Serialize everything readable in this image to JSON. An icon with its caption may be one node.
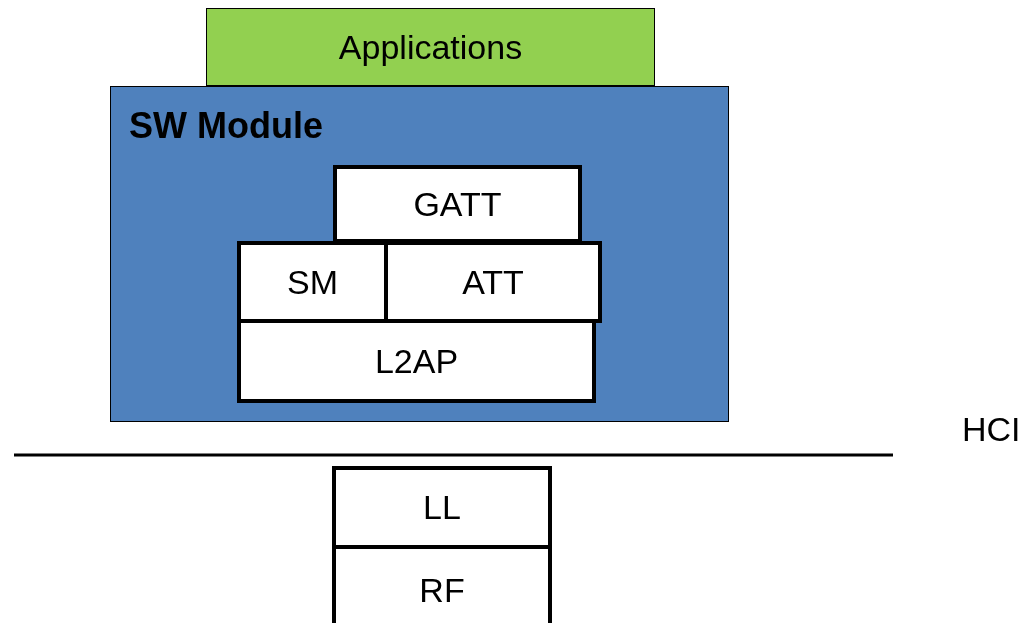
{
  "diagram": {
    "nodes": [
      {
        "text": [
          "Applications"
        ]
      },
      {
        "text": [
          "SW Module"
        ]
      },
      {
        "text": [
          "GATT"
        ],
        "in": 1
      },
      {
        "text": [
          "SM"
        ],
        "in": 1
      },
      {
        "text": [
          "ATT"
        ],
        "in": 1
      },
      {
        "text": [
          "L2AP"
        ],
        "in": 1
      },
      {
        "text": [
          "LL"
        ]
      },
      {
        "text": [
          "RF"
        ]
      }
    ],
    "labels": [
      "HCI"
    ]
  }
}
